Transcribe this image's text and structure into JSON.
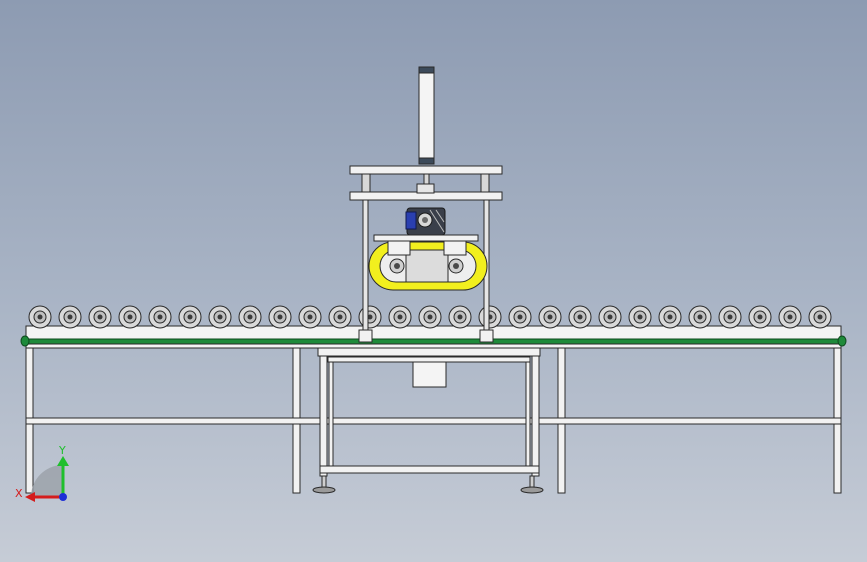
{
  "view": {
    "background_top": "#8d9bb2",
    "background_bottom": "#c6ccd6"
  },
  "model": {
    "roller_count": 27,
    "frame_color": "#f2f2f2",
    "outline_color": "#2a2a2a",
    "belt_color": "#1e8a3a",
    "belt_guard_color": "#f2ef1e",
    "cylinder_color": "#f4f4f4"
  },
  "triad": {
    "x_label": "X",
    "y_label": "Y",
    "x_color": "#d41c1c",
    "y_color": "#1fbf2c",
    "z_color": "#1f2fd6"
  }
}
